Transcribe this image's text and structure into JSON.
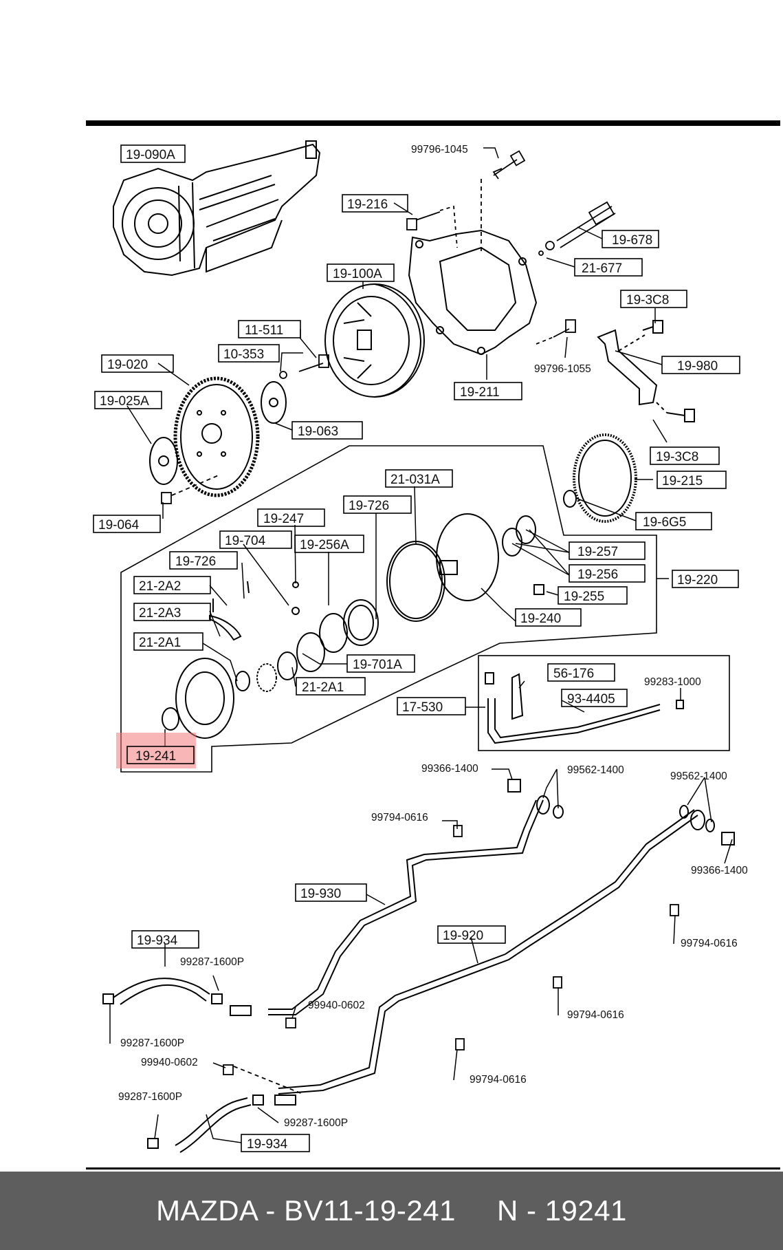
{
  "labels": {
    "l_19_090A": "19-090A",
    "l_99796_1045": "99796-1045",
    "l_19_216": "19-216",
    "l_19_678": "19-678",
    "l_21_677": "21-677",
    "l_19_100A": "19-100A",
    "l_19_3C8_top": "19-3C8",
    "l_11_511": "11-511",
    "l_10_353": "10-353",
    "l_99796_1055": "99796-1055",
    "l_19_980": "19-980",
    "l_19_020": "19-020",
    "l_19_211": "19-211",
    "l_19_025A": "19-025A",
    "l_19_063": "19-063",
    "l_19_3C8_bot": "19-3C8",
    "l_21_031A": "21-031A",
    "l_19_215": "19-215",
    "l_19_726_a": "19-726",
    "l_19_247": "19-247",
    "l_19_064": "19-064",
    "l_19_6G5": "19-6G5",
    "l_19_704": "19-704",
    "l_19_256A": "19-256A",
    "l_19_257": "19-257",
    "l_19_726_b": "19-726",
    "l_19_256": "19-256",
    "l_19_220": "19-220",
    "l_21_2A2": "21-2A2",
    "l_19_255": "19-255",
    "l_21_2A3": "21-2A3",
    "l_19_240": "19-240",
    "l_21_2A1_a": "21-2A1",
    "l_19_701A": "19-701A",
    "l_56_176": "56-176",
    "l_99283_1000": "99283-1000",
    "l_21_2A1_b": "21-2A1",
    "l_93_4405": "93-4405",
    "l_17_530": "17-530",
    "l_19_241": "19-241",
    "l_99366_1400_a": "99366-1400",
    "l_99562_1400_a": "99562-1400",
    "l_99562_1400_b": "99562-1400",
    "l_99794_0616_a": "99794-0616",
    "l_99366_1400_b": "99366-1400",
    "l_19_930": "19-930",
    "l_99794_0616_b": "99794-0616",
    "l_19_934_a": "19-934",
    "l_19_920": "19-920",
    "l_99287_1600P_a": "99287-1600P",
    "l_99940_0602_a": "99940-0602",
    "l_99794_0616_c": "99794-0616",
    "l_99287_1600P_b": "99287-1600P",
    "l_99940_0602_b": "99940-0602",
    "l_99794_0616_d": "99794-0616",
    "l_99287_1600P_c": "99287-1600P",
    "l_99287_1600P_d": "99287-1600P",
    "l_19_934_b": "19-934"
  },
  "highlight_color": "#f27a7a",
  "footer": {
    "part": "MAZDA - BV11-19-241",
    "number": "N - 19241"
  }
}
